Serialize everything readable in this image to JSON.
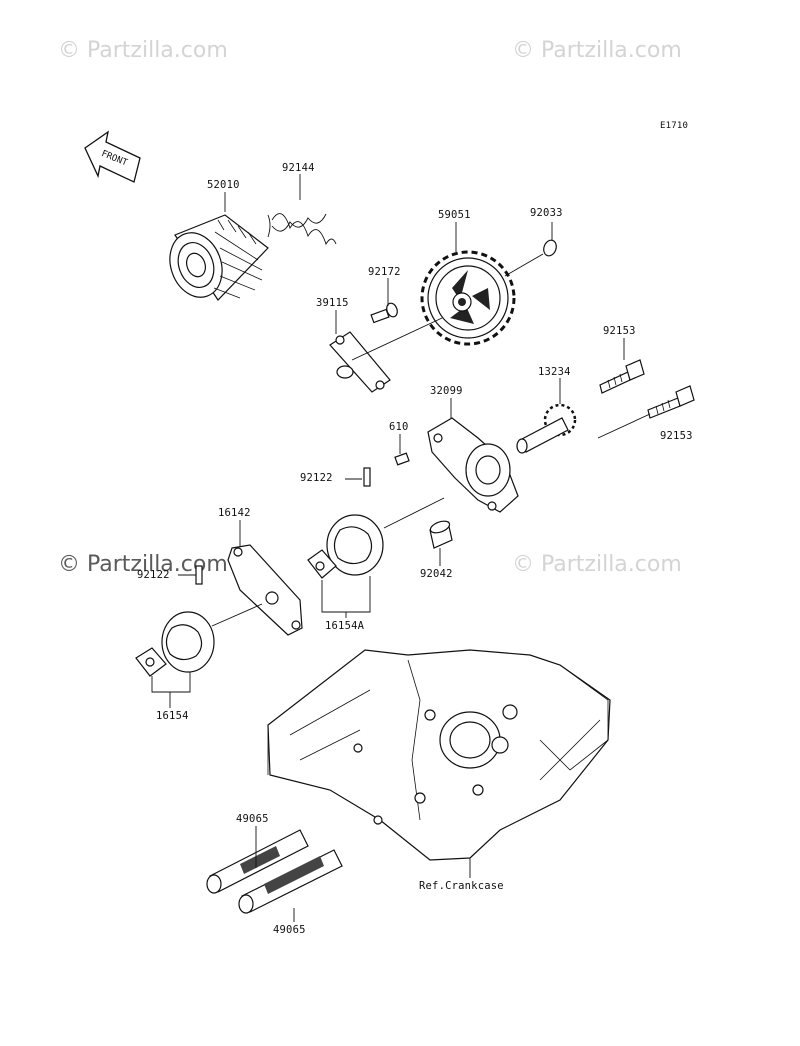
{
  "watermarks": {
    "top_left": "© Partzilla.com",
    "top_right": "© Partzilla.com",
    "mid_left": "© Partzilla.com",
    "mid_right": "© Partzilla.com"
  },
  "diagram_code": "E1710",
  "front_arrow_label": "FRONT",
  "parts": {
    "oil_filter": "52010",
    "spring": "92144",
    "gear": "59051",
    "circlip": "92033",
    "screw": "92172",
    "plate": "39115",
    "bolt_upper": "92153",
    "bolt_lower": "92153",
    "pump_shaft": "13234",
    "pump_cover": "32099",
    "dowel_pin": "610",
    "pin_upper": "92122",
    "pin_lower": "92122",
    "rotor_plate": "16142",
    "rotor_set_a": "16154A",
    "rotor_set": "16154",
    "collar": "92042",
    "strainer_upper": "49065",
    "strainer_lower": "49065",
    "crankcase_ref": "Ref.Crankcase"
  }
}
